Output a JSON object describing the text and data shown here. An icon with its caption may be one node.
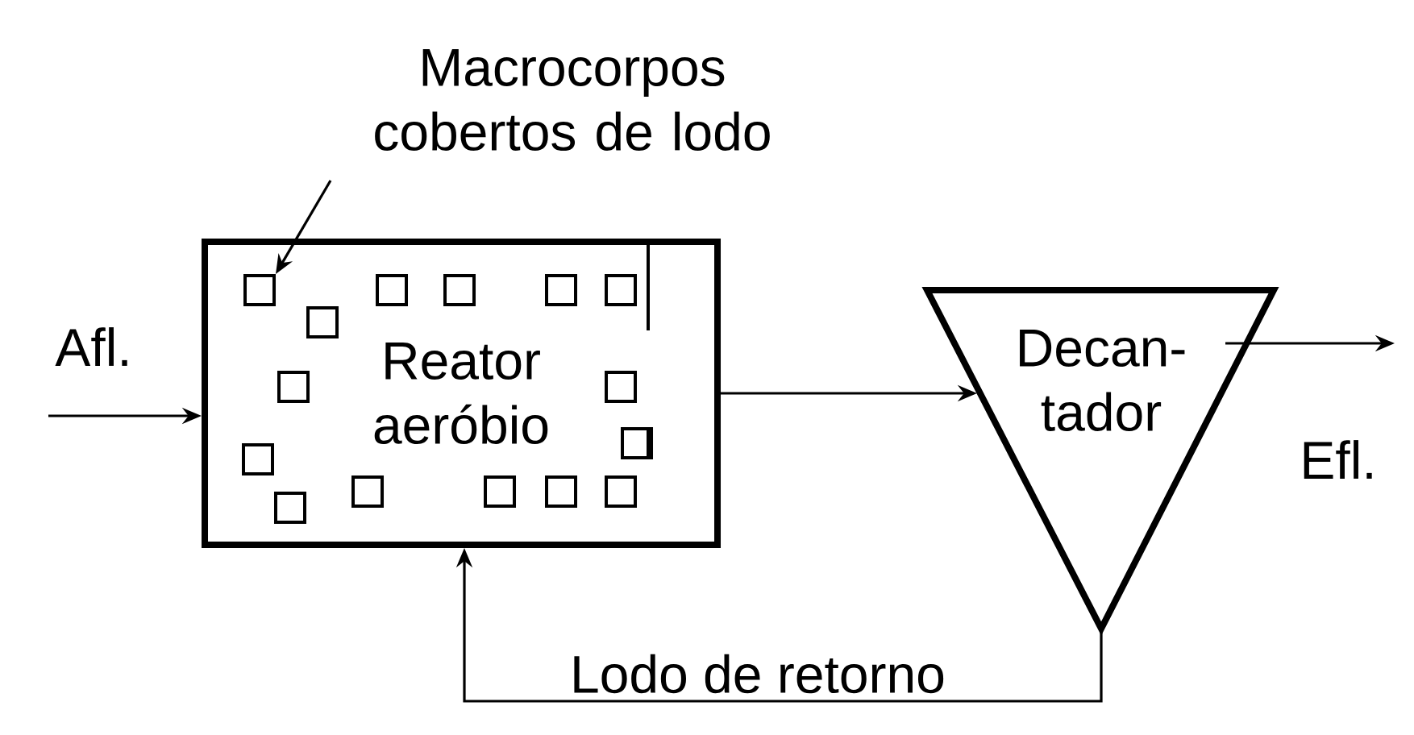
{
  "diagram": {
    "nodes": [
      {
        "text": [
          "Macrocorpos cobertos de lodo"
        ]
      },
      {
        "text": [
          "Reator aeróbio"
        ]
      },
      {
        "text": [],
        "shape": "box",
        "in": 1
      },
      {
        "text": [
          "Decan- tador"
        ]
      }
    ],
    "edges": [
      {
        "from": 0,
        "to": 2,
        "arrow": "to"
      },
      {
        "from": null,
        "to": 1,
        "arrow": "to"
      },
      {
        "from": 1,
        "to": 3,
        "arrow": "to"
      },
      {
        "from": 3,
        "to": null,
        "arrow": "to"
      },
      {
        "from": 3,
        "to": 1,
        "arrow": "to",
        "label": "Lodo de retorno"
      }
    ],
    "labels": [
      "Afl.",
      "Efl."
    ]
  }
}
